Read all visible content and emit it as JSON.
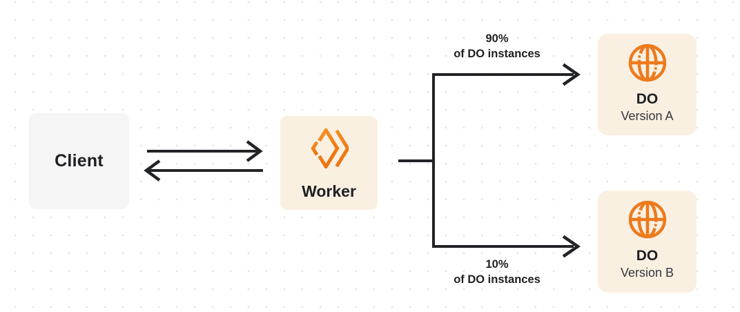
{
  "nodes": {
    "client": {
      "label": "Client"
    },
    "worker": {
      "label": "Worker",
      "icon": "workers-logo-icon"
    },
    "do_version_a": {
      "title": "DO",
      "subtitle": "Version A",
      "icon": "globe-icon"
    },
    "do_version_b": {
      "title": "DO",
      "subtitle": "Version B",
      "icon": "globe-icon"
    }
  },
  "edges": {
    "request": {
      "type": "arrow-right",
      "from": "Client",
      "to": "Worker"
    },
    "response": {
      "type": "arrow-left",
      "from": "Worker",
      "to": "Client"
    },
    "branch_to_a": {
      "percent": "90%",
      "caption": "of DO instances"
    },
    "branch_to_b": {
      "percent": "10%",
      "caption": "of DO instances"
    }
  },
  "colors": {
    "accent_orange": "#F6821F",
    "globe_orange": "#ED7A1C",
    "node_cream": "#FAF0E2",
    "node_gray": "#F5F5F6",
    "connector_dark": "#222326",
    "text_dark": "#1E1F22",
    "dot_grid": "#E4E4E7",
    "background": "#FFFFFF"
  }
}
